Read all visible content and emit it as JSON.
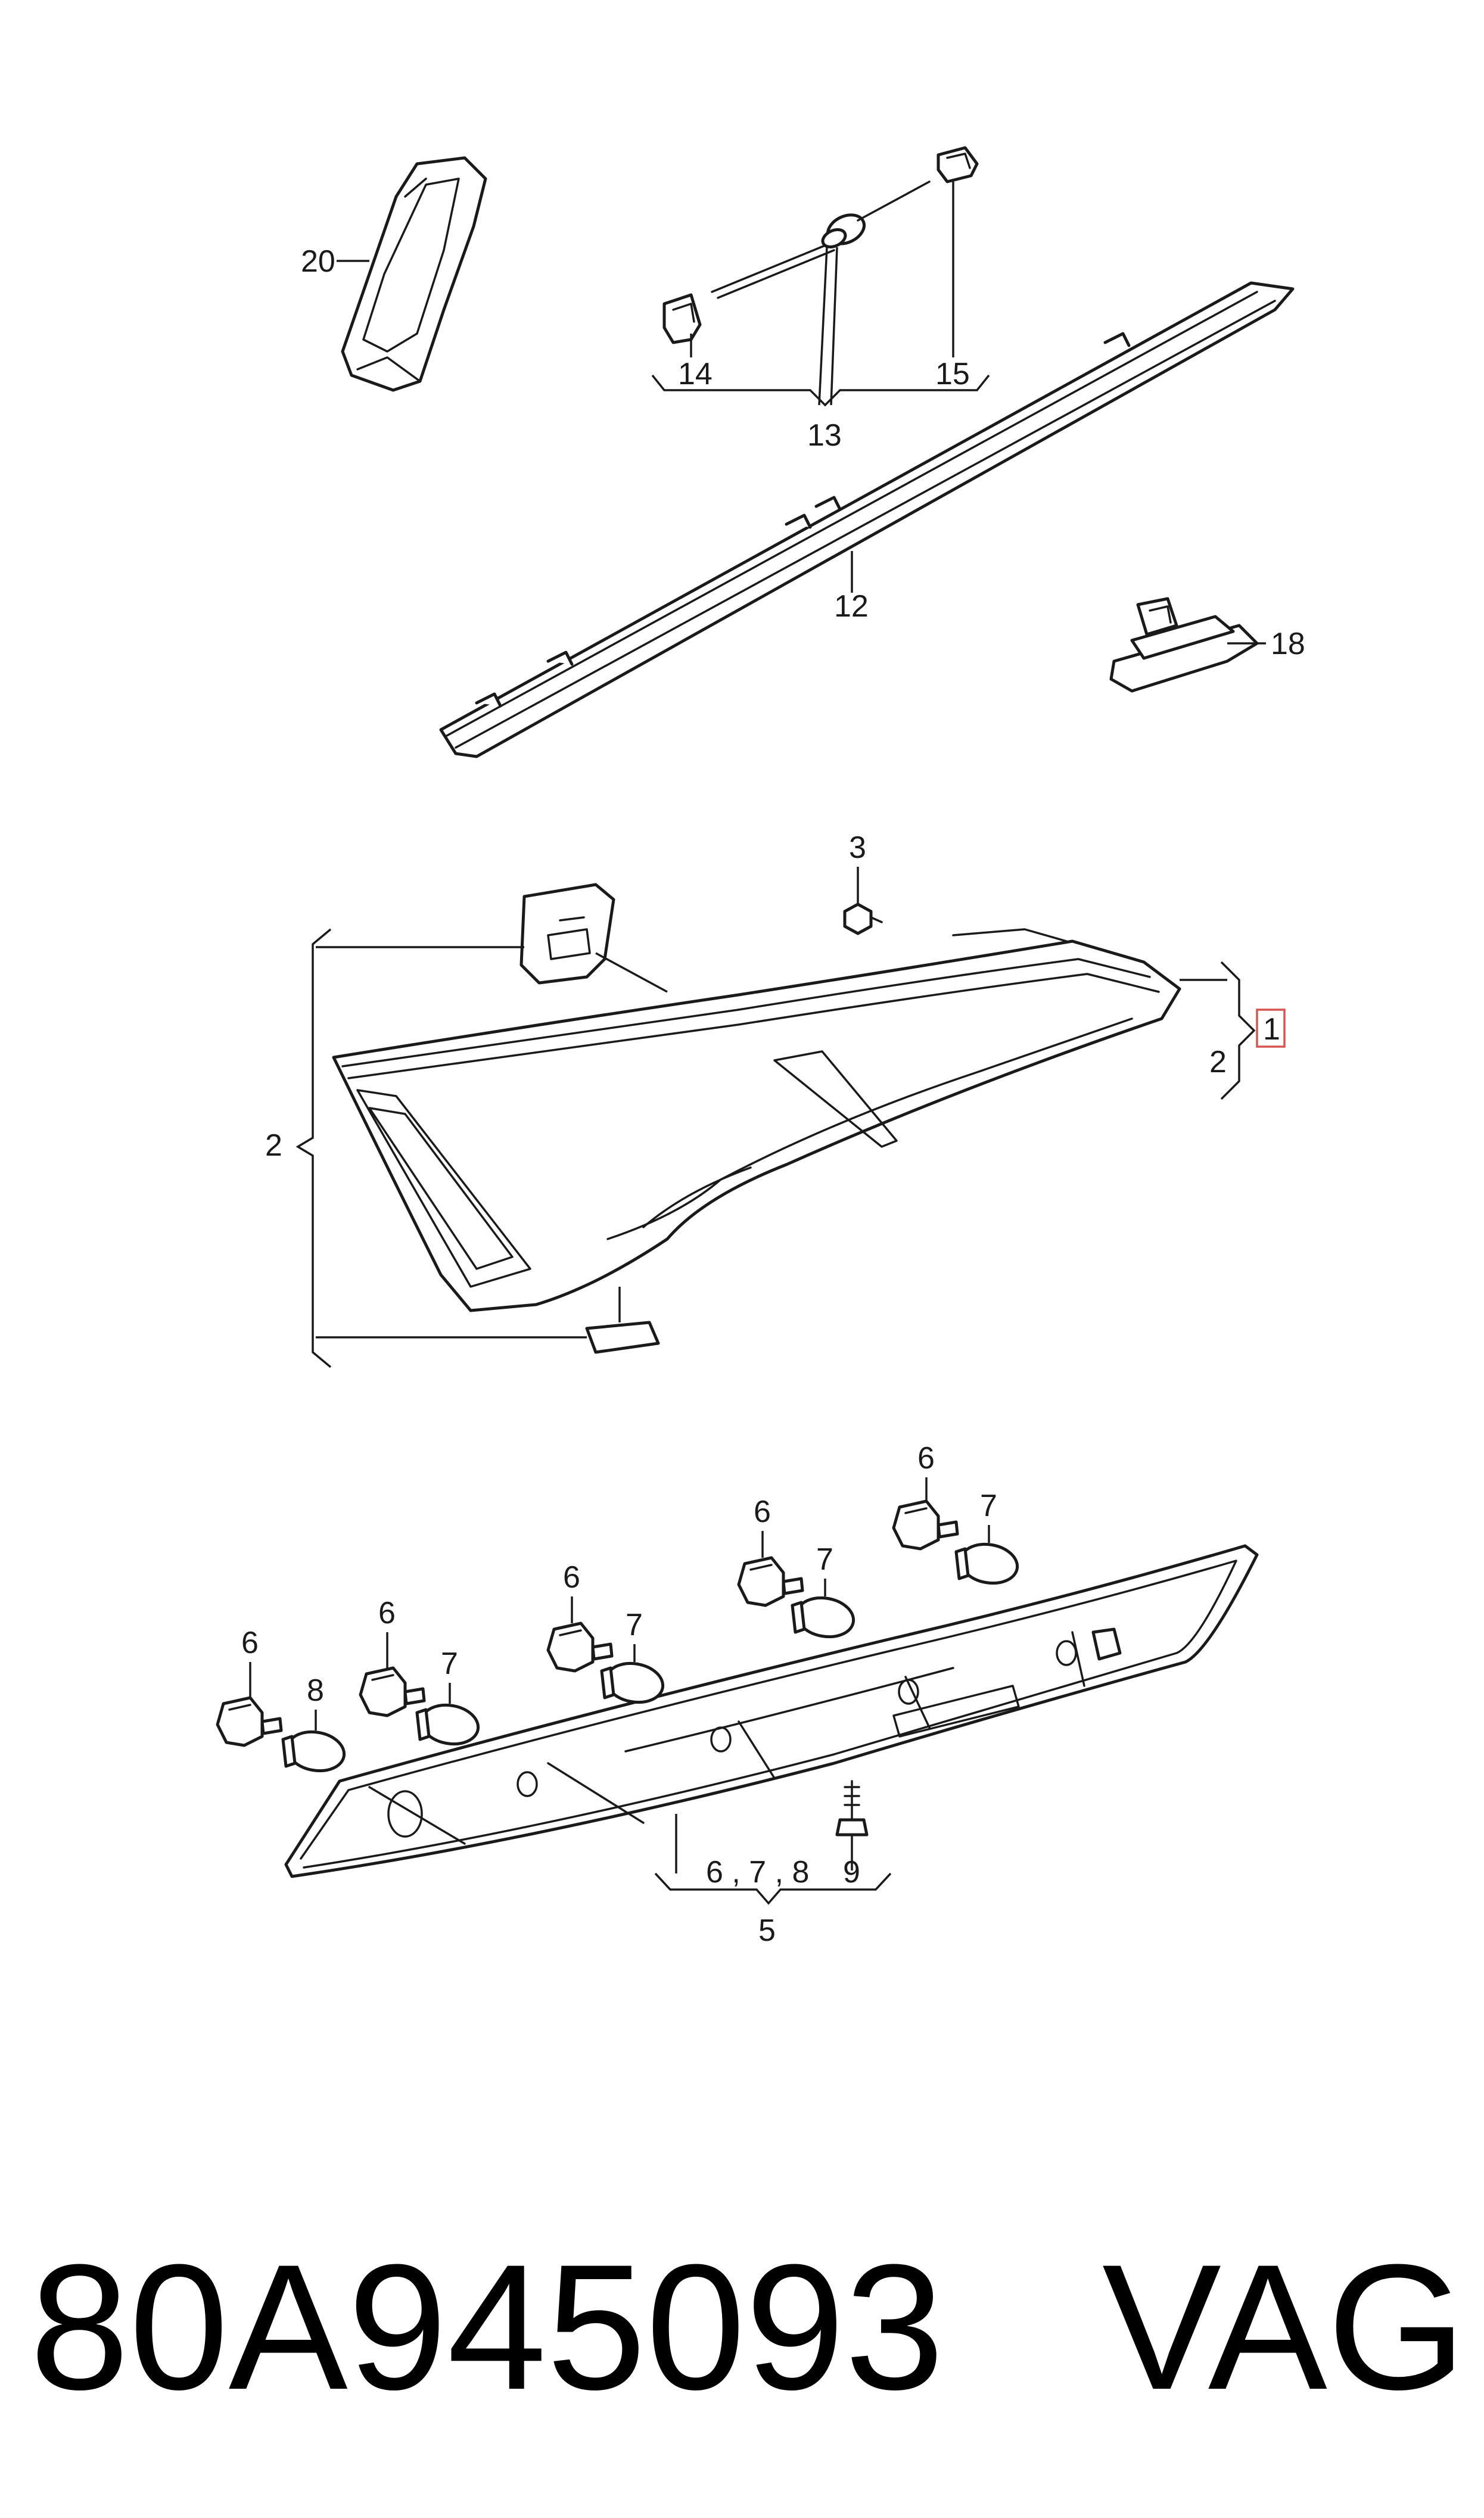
{
  "callouts": {
    "c20": "20",
    "c14": "14",
    "c13": "13",
    "c15": "15",
    "c12": "12",
    "c18": "18",
    "c3": "3",
    "c1": "1",
    "c2_right": "2",
    "c2_left": "2",
    "c6_a": "6",
    "c6_b": "6",
    "c6_c": "6",
    "c6_d": "6",
    "c6_e": "6",
    "c7_a": "7",
    "c7_b": "7",
    "c7_c": "7",
    "c7_d": "7",
    "c8": "8",
    "c9": "9",
    "c678": "6 , 7 , 8",
    "c5": "5"
  },
  "footer": {
    "part_number": "80A945093",
    "brand": "VAG"
  },
  "colors": {
    "line": "#1a1a1a",
    "highlight_box": "#d9534f"
  }
}
